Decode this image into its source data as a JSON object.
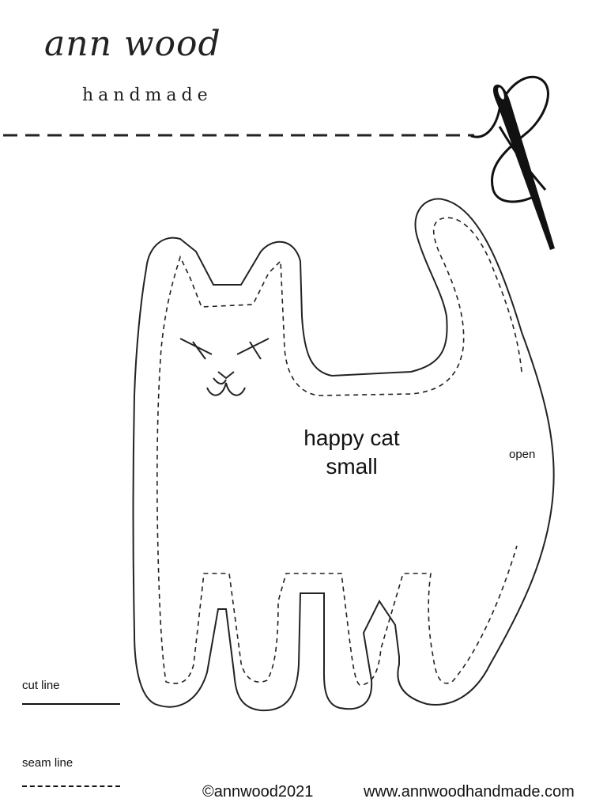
{
  "brand": {
    "script_name": "ann wood",
    "subtitle": "handmade"
  },
  "pattern": {
    "title_line1": "happy cat",
    "title_line2": "small",
    "opening_label": "open"
  },
  "legend": {
    "cut_label": "cut line",
    "seam_label": "seam line"
  },
  "footer": {
    "copyright": "©annwood2021",
    "website": "www.annwoodhandmade.com"
  },
  "icons": {
    "needle": "needle-and-thread-icon"
  }
}
